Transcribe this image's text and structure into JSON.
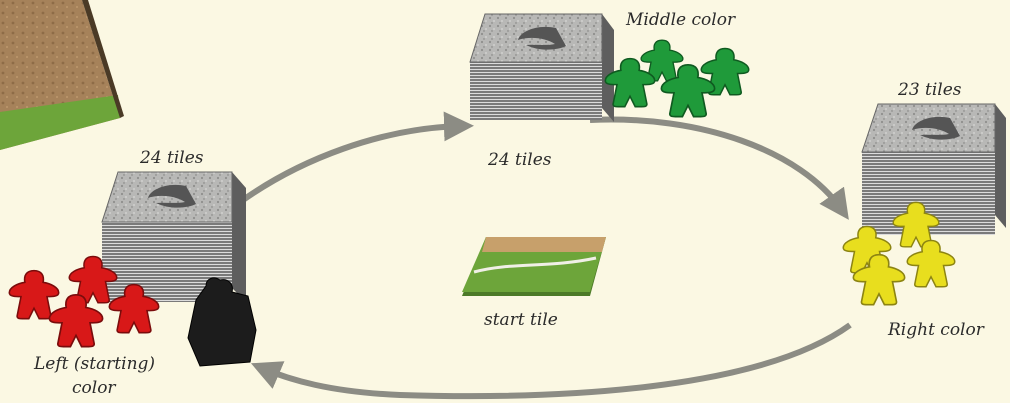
{
  "labels": {
    "middle_color": "Middle color",
    "middle_tiles": "24 tiles",
    "right_tiles": "23 tiles",
    "right_color": "Right color",
    "left_tiles": "24 tiles",
    "left_color_line1": "Left (starting)",
    "left_color_line2": "color",
    "start_tile": "start tile"
  },
  "colors": {
    "background": "#fbf8e3",
    "arrow": "#8c8c84",
    "meeple_green": "#1f9a3a",
    "meeple_yellow": "#e8de1e",
    "meeple_red": "#d81818",
    "meeple_black": "#1c1c1c",
    "tile_stack_side": "#6e6e6e",
    "tile_stack_top": "#b4b4b4",
    "grass": "#6da53a"
  },
  "stacks": [
    {
      "name": "left",
      "tile_count": 24
    },
    {
      "name": "middle",
      "tile_count": 24
    },
    {
      "name": "right",
      "tile_count": 23
    }
  ],
  "meeple_groups": [
    {
      "name": "left",
      "color": "red",
      "count": 4
    },
    {
      "name": "left-extra",
      "color": "black",
      "count": 1
    },
    {
      "name": "middle",
      "color": "green",
      "count": 4
    },
    {
      "name": "right",
      "color": "yellow",
      "count": 4
    }
  ]
}
